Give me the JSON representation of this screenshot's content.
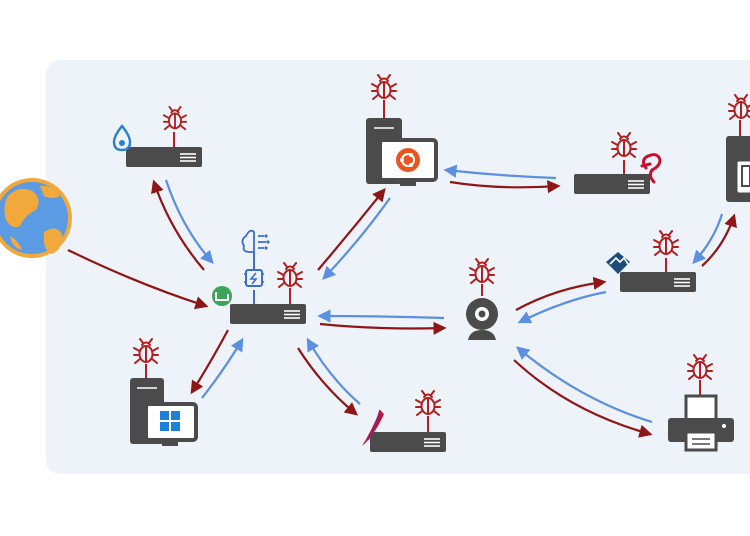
{
  "diagram": {
    "colors": {
      "panel": "#eef2f9",
      "device": "#4b4b4b",
      "bug": "#b21f1f",
      "arrow_out": "#8f1616",
      "arrow_in": "#5b8fdf",
      "ubuntu": "#e95420",
      "windows": "#1c7fd8",
      "globe_ocean": "#5b9be3",
      "globe_land": "#f2a93b"
    },
    "nodes": [
      {
        "id": "internet",
        "type": "globe",
        "icon": "globe-icon",
        "infected": false
      },
      {
        "id": "router",
        "type": "server",
        "icon": "router-icon",
        "badges": [
          "ai-brain-icon",
          "cpu-chip-icon",
          "linux-mint-icon"
        ],
        "infected": true
      },
      {
        "id": "drupal-server",
        "type": "server",
        "icon": "drupal-icon",
        "infected": true
      },
      {
        "id": "ubuntu-desktop",
        "type": "desktop",
        "icon": "ubuntu-icon",
        "infected": true
      },
      {
        "id": "redis-server",
        "type": "server",
        "icon": "redis-icon",
        "infected": true
      },
      {
        "id": "edge-desktop",
        "type": "desktop",
        "icon": "desktop-icon",
        "infected": true
      },
      {
        "id": "alpine-server",
        "type": "server",
        "icon": "alpine-icon",
        "infected": true
      },
      {
        "id": "webcam",
        "type": "camera",
        "icon": "webcam-icon",
        "infected": true
      },
      {
        "id": "windows-desktop",
        "type": "desktop",
        "icon": "windows-icon",
        "infected": true
      },
      {
        "id": "apache-server",
        "type": "server",
        "icon": "apache-feather-icon",
        "infected": true
      },
      {
        "id": "printer",
        "type": "printer",
        "icon": "printer-icon",
        "infected": true
      }
    ],
    "edges": [
      {
        "from": "internet",
        "to": "router",
        "direction": "in"
      },
      {
        "from": "router",
        "to": "drupal-server",
        "direction": "both"
      },
      {
        "from": "router",
        "to": "ubuntu-desktop",
        "direction": "both"
      },
      {
        "from": "ubuntu-desktop",
        "to": "redis-server",
        "direction": "both"
      },
      {
        "from": "router",
        "to": "windows-desktop",
        "direction": "both"
      },
      {
        "from": "router",
        "to": "apache-server",
        "direction": "both"
      },
      {
        "from": "router",
        "to": "webcam",
        "direction": "both"
      },
      {
        "from": "webcam",
        "to": "alpine-server",
        "direction": "both"
      },
      {
        "from": "alpine-server",
        "to": "edge-desktop",
        "direction": "both"
      },
      {
        "from": "webcam",
        "to": "printer",
        "direction": "both"
      }
    ]
  }
}
